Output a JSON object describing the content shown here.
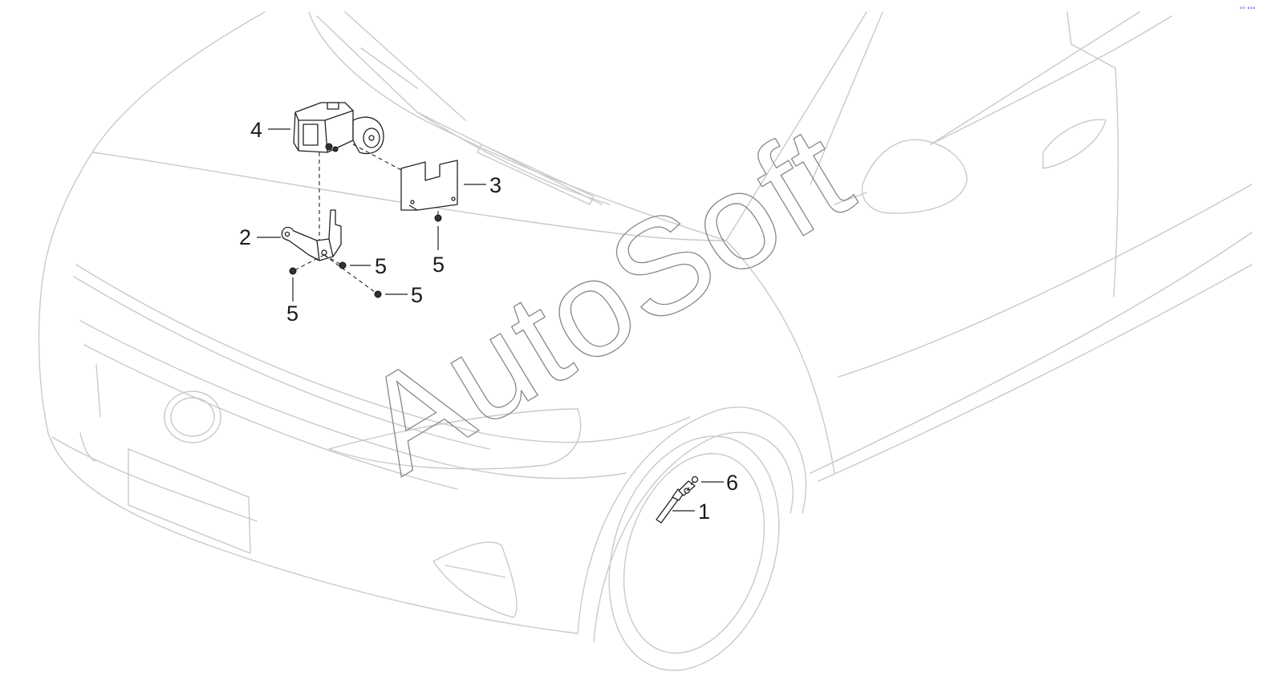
{
  "watermark": "AutoSoft",
  "corner_mark": "°° °°°",
  "callouts": {
    "c1": "1",
    "c2": "2",
    "c3": "3",
    "c4": "4",
    "c5a": "5",
    "c5b": "5",
    "c5c": "5",
    "c5d": "5",
    "c6": "6"
  },
  "colors": {
    "car_outline": "#c9c9c9",
    "part_lines": "#222222",
    "watermark": "#888888"
  }
}
